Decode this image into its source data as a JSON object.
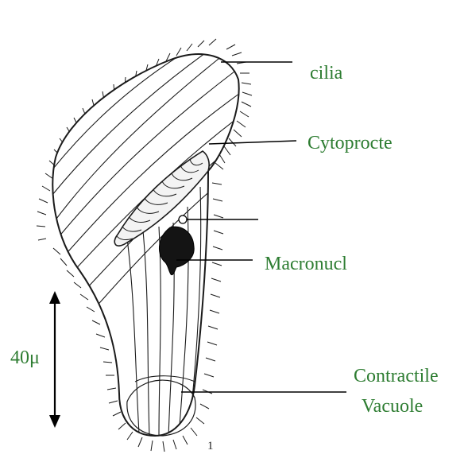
{
  "labels": {
    "cilia": "cilia",
    "cytoprocte": "Cytoprocte",
    "macronucleus": "Macronucl",
    "contractile_line1": "Contractile",
    "contractile_line2": "Vacuole"
  },
  "scale_bar": {
    "label": "40μ"
  },
  "figure_number": "1",
  "colors": {
    "label_text": "#2e7d32",
    "ink": "#1a1a1a"
  }
}
